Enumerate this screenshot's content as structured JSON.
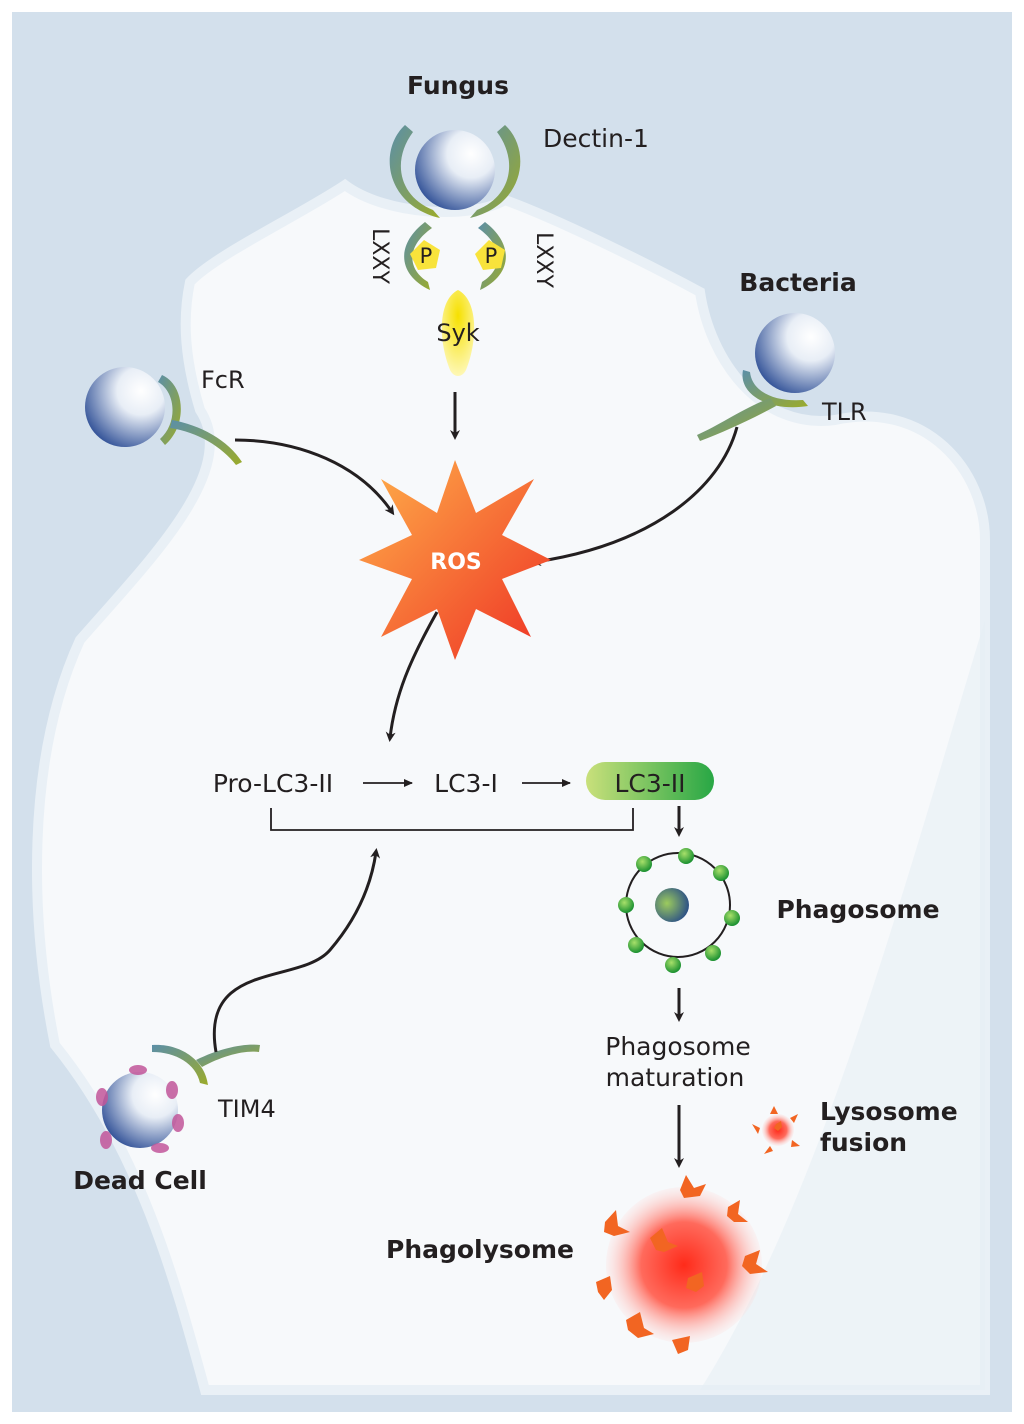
{
  "labels": {
    "fungus": "Fungus",
    "dectin": "Dectin-1",
    "lxxy_left": "LXXY",
    "lxxy_right": "LXXY",
    "p_left": "P",
    "p_right": "P",
    "syk": "Syk",
    "bacteria": "Bacteria",
    "tlr": "TLR",
    "fcr": "FcR",
    "ros": "ROS",
    "pro_lc3": "Pro-LC3-II",
    "lc3_i": "LC3-I",
    "lc3_ii": "LC3-II",
    "phagosome": "Phagosome",
    "maturation_1": "Phagosome",
    "maturation_2": "maturation",
    "lysosome_1": "Lysosome",
    "lysosome_2": "fusion",
    "phagolysome": "Phagolysome",
    "tim4": "TIM4",
    "dead_cell": "Dead Cell"
  },
  "colors": {
    "background": "#d3e0ec",
    "cell": "#f7f9fb",
    "receptor_green": "#8a9e2e",
    "receptor_teal": "#5b8fa8",
    "ros_orange": "#f26522",
    "lc3_green": "#3fae49",
    "phagosome_dot": "#22a13a",
    "lysosome_red": "#ff3b30",
    "syk_yellow": "#f8e33b"
  }
}
